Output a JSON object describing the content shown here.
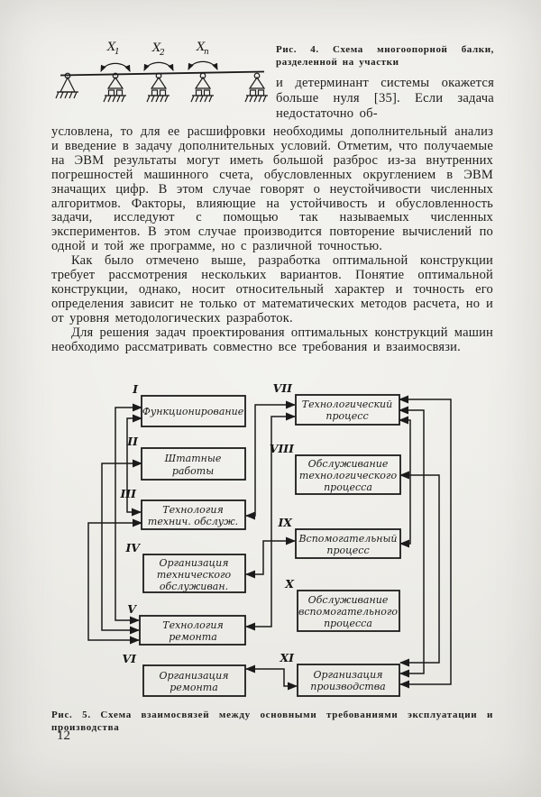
{
  "page": {
    "number": "12"
  },
  "figure4": {
    "caption": "Рис. 4. Схема многоопорной балки, разделенной на участки",
    "moment_labels": [
      {
        "main": "X",
        "sub": "1"
      },
      {
        "main": "X",
        "sub": "2"
      },
      {
        "main": "X",
        "sub": "n"
      }
    ]
  },
  "text": {
    "column": "и детерминант системы окажется больше нуля [35]. Если задача недостаточно об-",
    "para1": "условлена, то для ее расшифровки необходимы дополнительный анализ и введение в задачу дополнительных условий. Отметим, что получаемые на ЭВМ результаты могут иметь большой разброс из-за внутренних погрешностей машинного счета, обусловленных округлением в ЭВМ значащих цифр. В этом случае говорят о неустойчивости численных алгоритмов. Факторы, влияющие на устойчивость и обусловленность задачи, исследуют с помощью так называемых численных экспериментов. В этом случае производится повторение вычислений по одной и той же программе, но с различной точностью.",
    "para2": "Как было отмечено выше, разработка оптимальной конструкции требует рассмотрения нескольких вариантов. Понятие оптимальной конструкции, однако, носит относительный характер и точность его определения зависит не только от математических методов расчета, но и от уровня методологических разработок.",
    "para3": "Для решения задач проектирования оптимальных конструкций машин необходимо рассматривать совместно все требования и взаимосвязи."
  },
  "figure5": {
    "caption": "Рис. 5. Схема взаимосвязей между основными требованиями эксплуатации и производства",
    "boxes": [
      {
        "numeral": "I",
        "lines": [
          "Функционирование",
          "",
          ""
        ]
      },
      {
        "numeral": "II",
        "lines": [
          "Штатные",
          "работы",
          ""
        ]
      },
      {
        "numeral": "III",
        "lines": [
          "Технология",
          "технич. обслуж.",
          ""
        ]
      },
      {
        "numeral": "IV",
        "lines": [
          "Организация",
          "технического",
          "обслуживан."
        ]
      },
      {
        "numeral": "V",
        "lines": [
          "Технология",
          "ремонта",
          ""
        ]
      },
      {
        "numeral": "VI",
        "lines": [
          "Организация",
          "ремонта",
          ""
        ]
      },
      {
        "numeral": "VII",
        "lines": [
          "Технологический",
          "процесс",
          ""
        ]
      },
      {
        "numeral": "VIII",
        "lines": [
          "Обслуживание",
          "технологического",
          "процесса"
        ]
      },
      {
        "numeral": "IX",
        "lines": [
          "Вспомогательный",
          "процесс",
          ""
        ]
      },
      {
        "numeral": "X",
        "lines": [
          "Обслуживание",
          "вспомогательного",
          "процесса"
        ]
      },
      {
        "numeral": "XI",
        "lines": [
          "Организация",
          "производства",
          ""
        ]
      }
    ]
  }
}
